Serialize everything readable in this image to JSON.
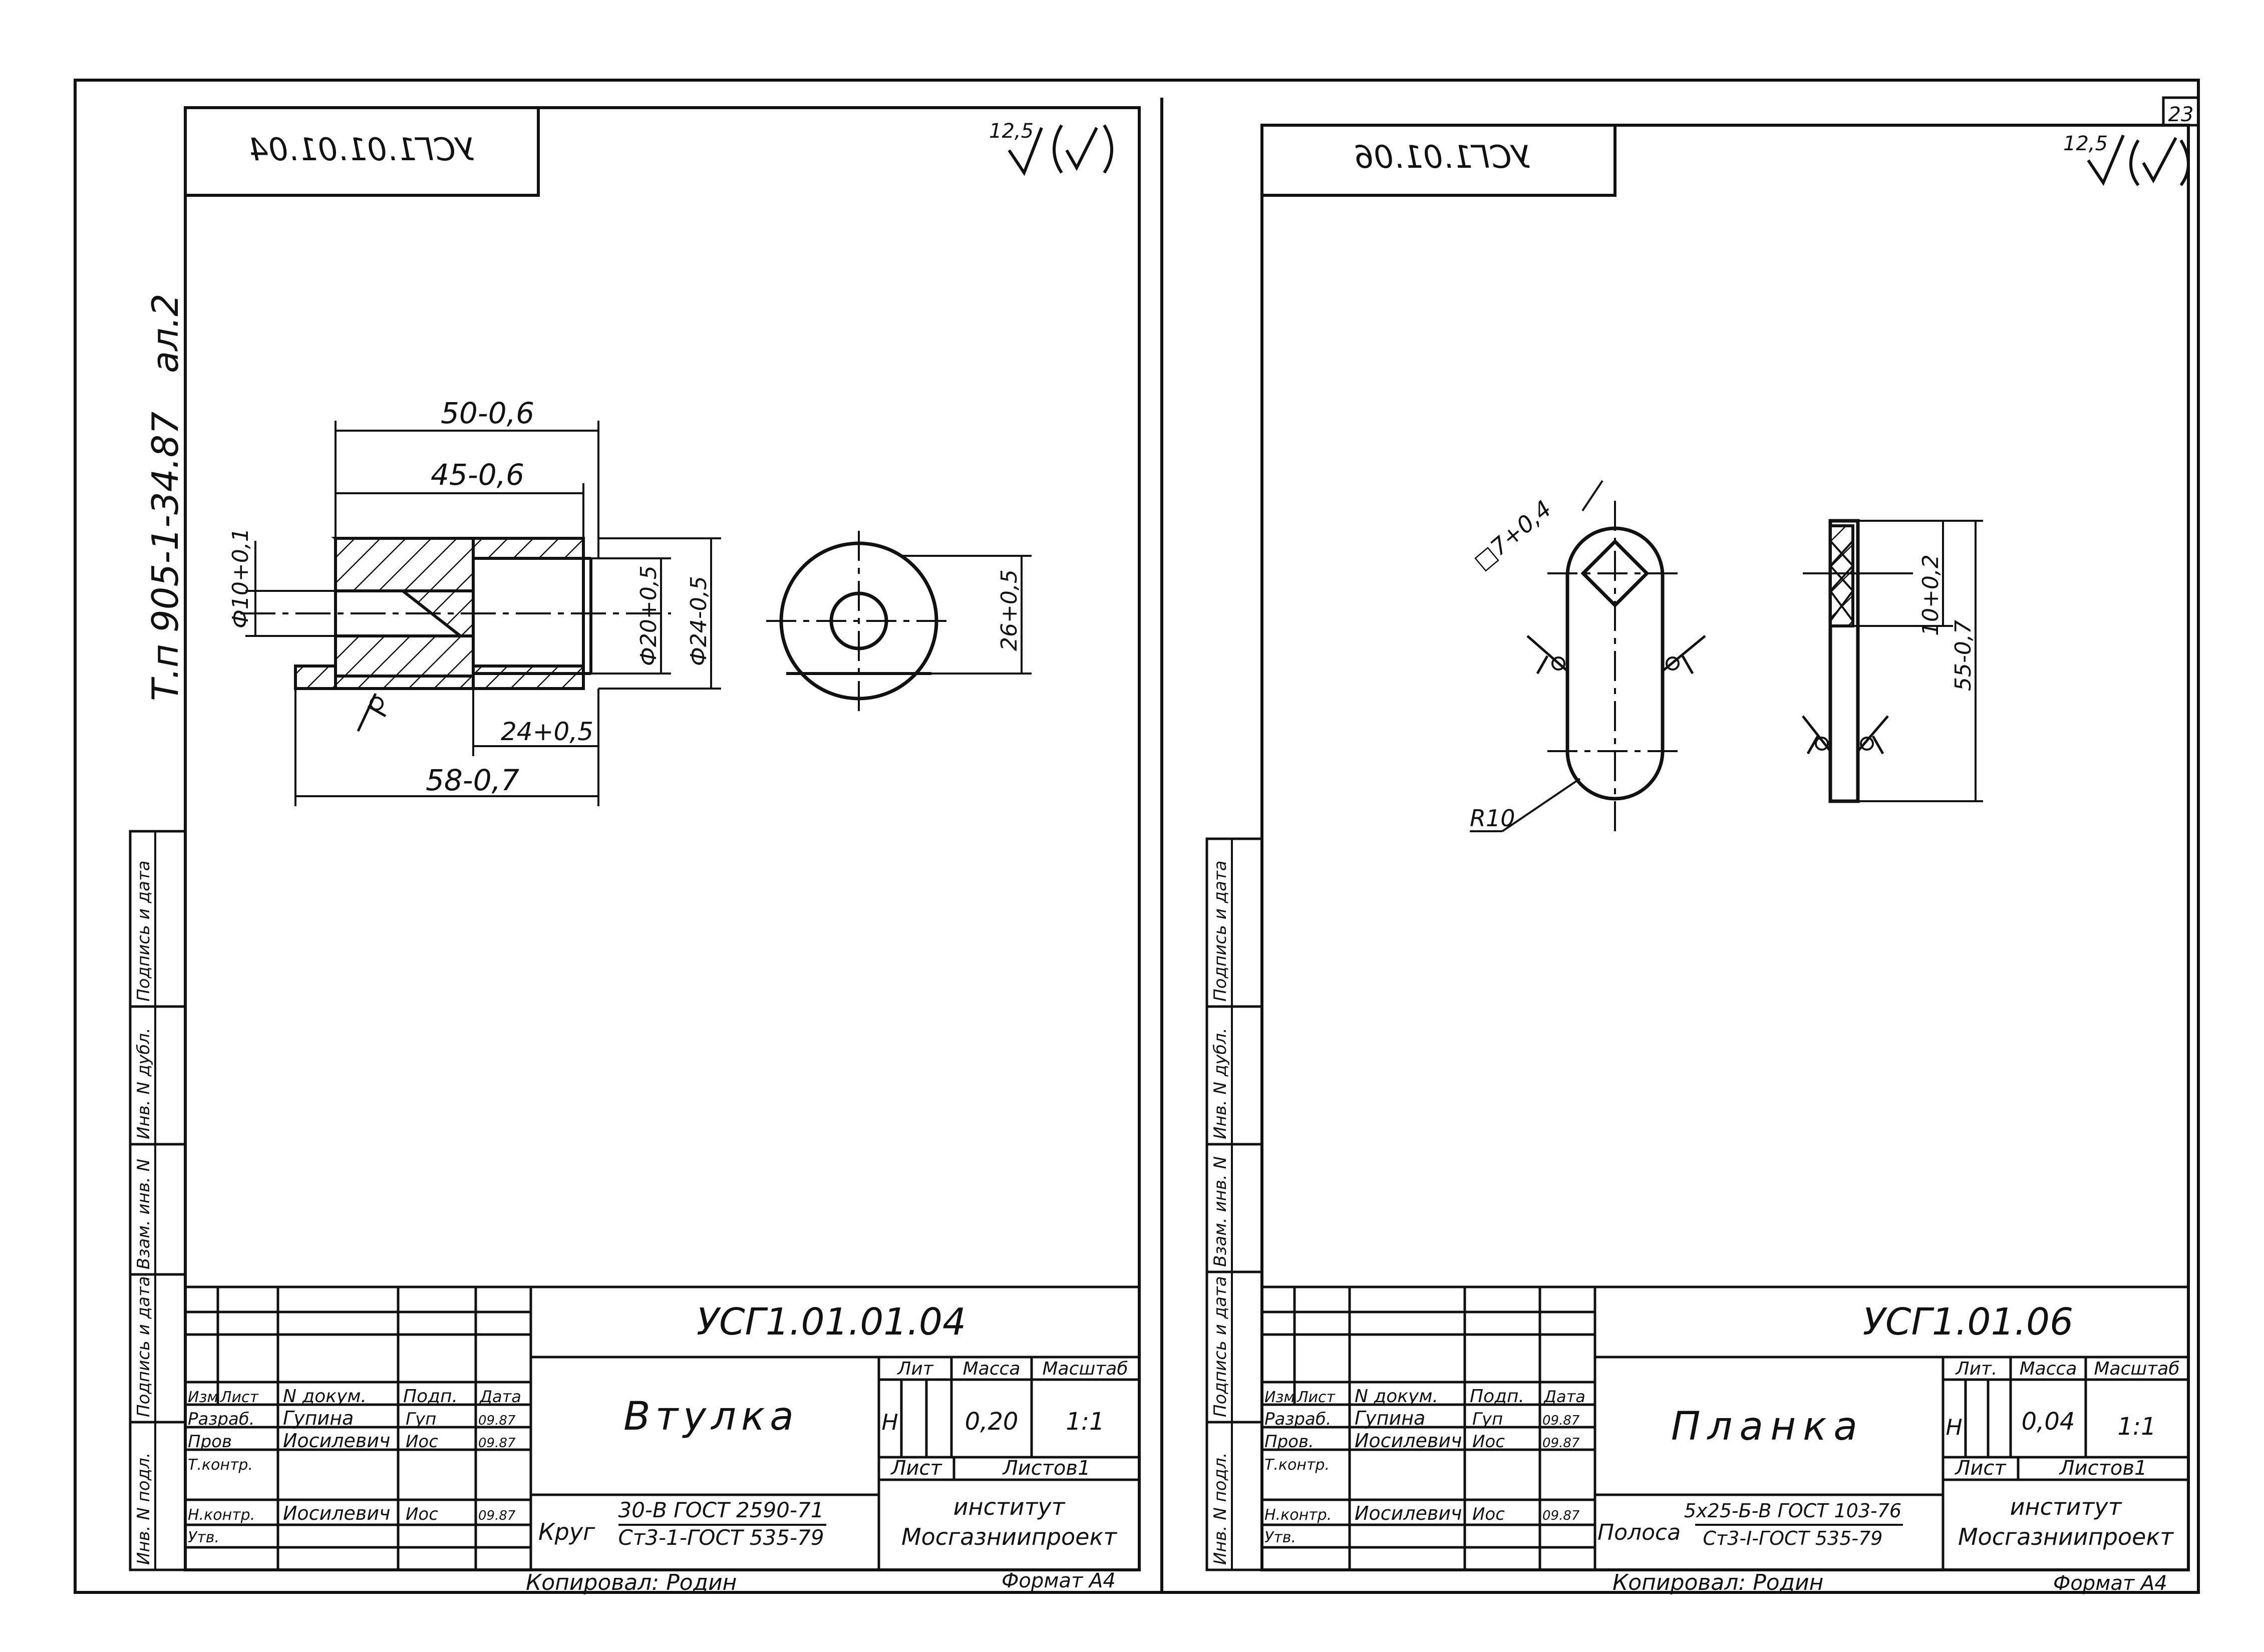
{
  "page": {
    "sheet_number": "23",
    "project": "Т.п 905-1-34.87",
    "album": "ал.2"
  },
  "left_sheet": {
    "stamp_mirrored": "УСГ1.01.01.04",
    "roughness_value": "12,5",
    "dimensions": {
      "len_50": "50-0,6",
      "len_45": "45-0,6",
      "bore_10": "Ф10+0,1",
      "dia_20": "Ф20+0,5",
      "dia_24": "Ф24-0,5",
      "dia_26": "26+0,5",
      "len_24": "24+0,5",
      "len_58": "58-0,7"
    },
    "title_block": {
      "designation": "УСГ1.01.01.04",
      "part_name": "Втулка",
      "material_left": "Круг",
      "material_top": "30-В ГОСТ 2590-71",
      "material_bottom": "Ст3-1-ГОСТ 535-79",
      "headers": {
        "lit": "Лит",
        "mass": "Масса",
        "scale": "Масштаб"
      },
      "values": {
        "lit": "Н",
        "mass": "0,20",
        "scale": "1:1"
      },
      "sheet_label": "Лист",
      "sheets_label": "Листов1",
      "org_line1": "институт",
      "org_line2": "Мосгазниипроект",
      "col_headers": [
        "Изм",
        "Лист",
        "N докум.",
        "Подп.",
        "Дата"
      ],
      "rows": [
        {
          "role": "Разраб.",
          "name": "Гупина",
          "sign": "Гуп",
          "date": "09.87"
        },
        {
          "role": "Пров",
          "name": "Иосилевич",
          "sign": "Иос",
          "date": "09.87"
        },
        {
          "role": "Т.контр.",
          "name": "",
          "sign": "",
          "date": ""
        },
        {
          "role": "",
          "name": "",
          "sign": "",
          "date": ""
        },
        {
          "role": "Н.контр.",
          "name": "Иосилевич",
          "sign": "Иос",
          "date": "09.87"
        },
        {
          "role": "Утв.",
          "name": "",
          "sign": "",
          "date": ""
        }
      ],
      "copied": "Копировал: Родин",
      "format": "Формат А4"
    },
    "side_labels": [
      "Инв. N подл.",
      "Подпись и дата",
      "Взам. инв. N",
      "Инв. N дубл.",
      "Подпись и дата"
    ]
  },
  "right_sheet": {
    "stamp_mirrored": "УСГ1.01.06",
    "roughness_value": "12,5",
    "dimensions": {
      "square": "□7+0,4",
      "hole": "10+0,2",
      "length": "55-0,7",
      "radius": "R10"
    },
    "title_block": {
      "designation": "УСГ1.01.06",
      "part_name": "Планка",
      "material_left": "Полоса",
      "material_top": "5х25-Б-В ГОСТ 103-76",
      "material_bottom": "Ст3-I-ГОСТ 535-79",
      "headers": {
        "lit": "Лит.",
        "mass": "Масса",
        "scale": "Масштаб"
      },
      "values": {
        "lit": "Н",
        "mass": "0,04",
        "scale": "1:1"
      },
      "sheet_label": "Лист",
      "sheets_label": "Листов1",
      "org_line1": "институт",
      "org_line2": "Мосгазниипроект",
      "col_headers": [
        "Изм",
        "Лист",
        "N докум.",
        "Подп.",
        "Дата"
      ],
      "rows": [
        {
          "role": "Разраб.",
          "name": "Гупина",
          "sign": "Гуп",
          "date": "09.87"
        },
        {
          "role": "Пров.",
          "name": "Иосилевич",
          "sign": "Иос",
          "date": "09.87"
        },
        {
          "role": "Т.контр.",
          "name": "",
          "sign": "",
          "date": ""
        },
        {
          "role": "",
          "name": "",
          "sign": "",
          "date": ""
        },
        {
          "role": "Н.контр.",
          "name": "Иосилевич",
          "sign": "Иос",
          "date": "09.87"
        },
        {
          "role": "Утв.",
          "name": "",
          "sign": "",
          "date": ""
        }
      ],
      "copied": "Копировал: Родин",
      "format": "Формат А4"
    },
    "side_labels": [
      "Инв. N подл.",
      "Подпись и дата",
      "Взам. инв. N",
      "Инв. N дубл.",
      "Подпись и дата"
    ]
  }
}
